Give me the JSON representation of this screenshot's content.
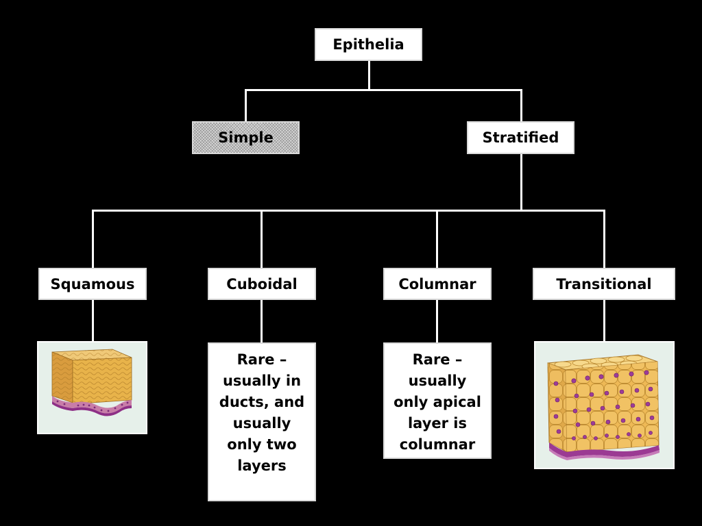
{
  "colors": {
    "background": "#000000",
    "box_fill": "#ffffff",
    "line": "#ffffff",
    "tissue_yellow": "#e8b34a",
    "basement_membrane": "#b25ea9",
    "nucleus": "#8e3c8c"
  },
  "nodes": {
    "root": "Epithelia",
    "simple": "Simple",
    "stratified": "Stratified",
    "squamous": "Squamous",
    "cuboidal": "Cuboidal",
    "columnar": "Columnar",
    "transitional": "Transitional"
  },
  "notes": {
    "cuboidal": "Rare – usually in ducts, and usually only two layers",
    "columnar": "Rare – usually only apical layer is columnar"
  },
  "images": {
    "squamous": "stratified-squamous-tissue-illustration",
    "transitional": "transitional-tissue-illustration"
  }
}
